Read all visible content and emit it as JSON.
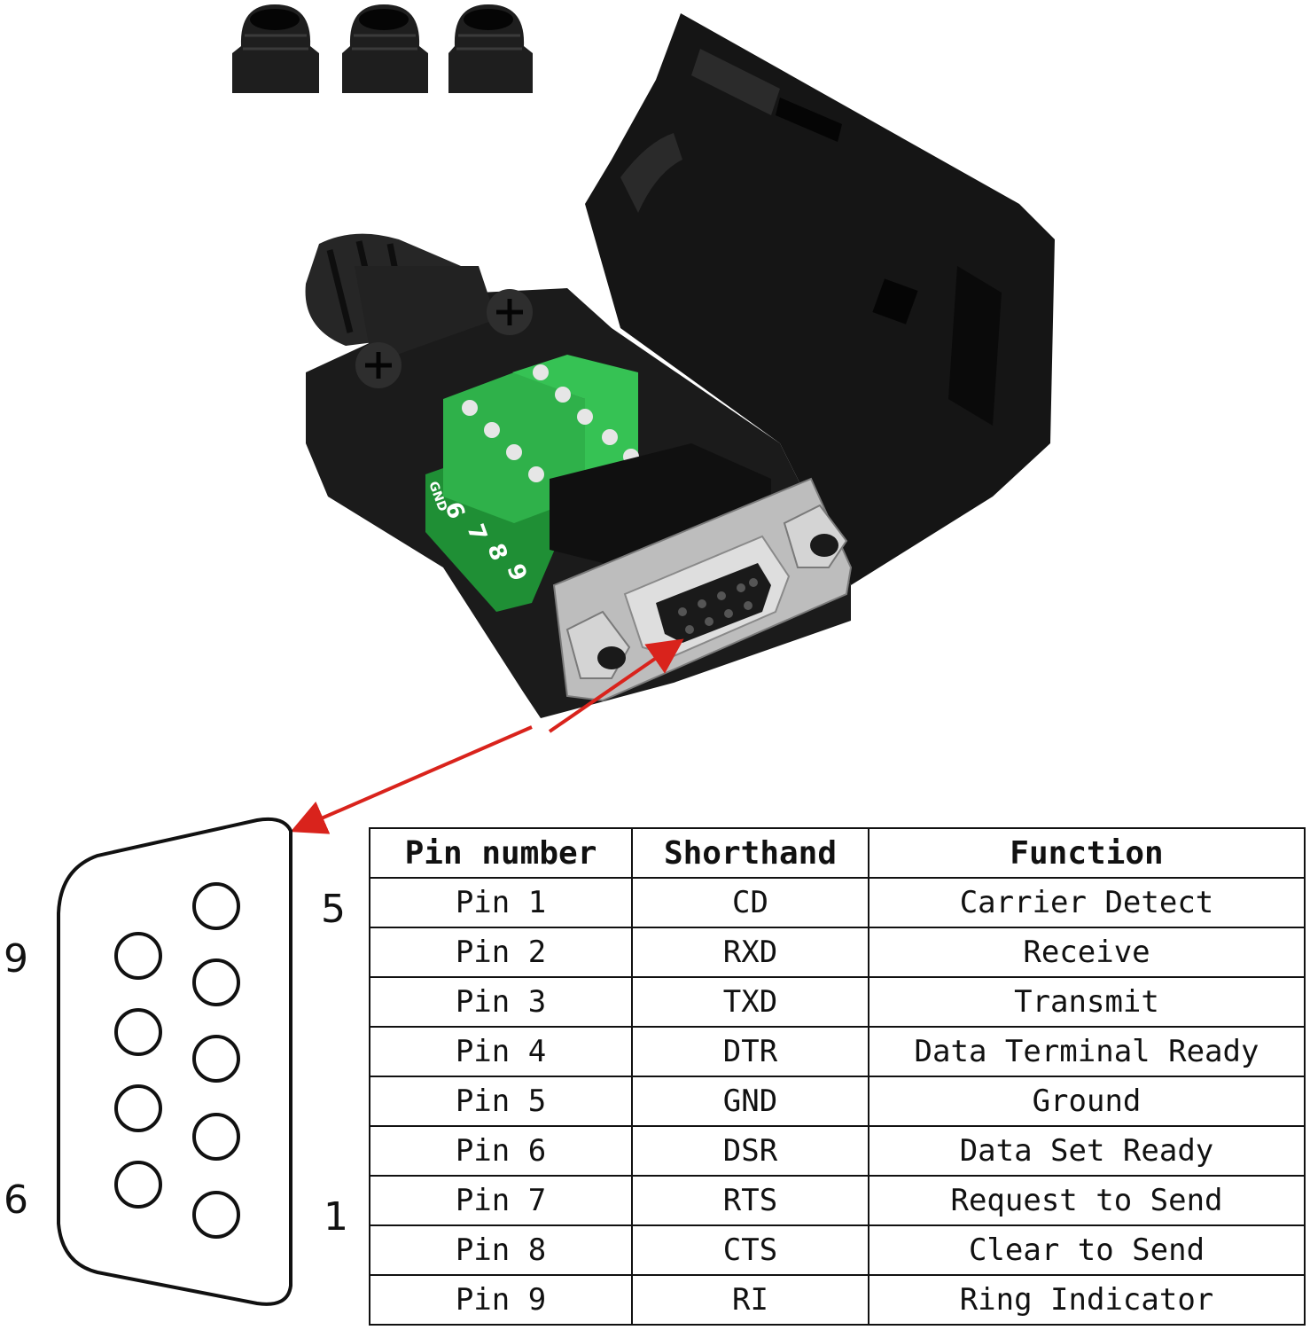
{
  "board_silkscreen": [
    "GND",
    "6",
    "7",
    "8",
    "9"
  ],
  "connector_labels": {
    "top_right": "5",
    "bottom_right": "1",
    "top_left": "9",
    "bottom_left": "6"
  },
  "table": {
    "headers": [
      "Pin number",
      "Shorthand",
      "Function"
    ],
    "rows": [
      [
        "Pin 1",
        "CD",
        "Carrier Detect"
      ],
      [
        "Pin 2",
        "RXD",
        "Receive"
      ],
      [
        "Pin 3",
        "TXD",
        "Transmit"
      ],
      [
        "Pin 4",
        "DTR",
        "Data Terminal Ready"
      ],
      [
        "Pin 5",
        "GND",
        "Ground"
      ],
      [
        "Pin 6",
        "DSR",
        "Data Set Ready"
      ],
      [
        "Pin 7",
        "RTS",
        "Request to Send"
      ],
      [
        "Pin 8",
        "CTS",
        "Clear to Send"
      ],
      [
        "Pin 9",
        "RI",
        "Ring Indicator"
      ]
    ]
  },
  "colors": {
    "arrow": "#d9231c",
    "terminal_green": "#2fb14a",
    "housing": "#141414",
    "metal": "#c9c9c9"
  }
}
